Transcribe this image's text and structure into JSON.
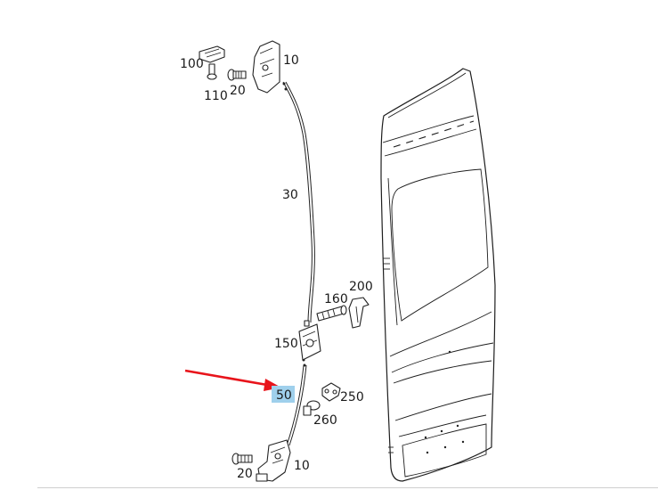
{
  "labels": {
    "p100": "100",
    "p10_top": "10",
    "p110": "110",
    "p20_top": "20",
    "p30": "30",
    "p160": "160",
    "p200": "200",
    "p150": "150",
    "p50": "50",
    "p250": "250",
    "p260": "260",
    "p20_bottom": "20",
    "p10_bottom": "10"
  },
  "colors": {
    "arrow": "#e8141b",
    "highlight": "#9fd0ec"
  }
}
